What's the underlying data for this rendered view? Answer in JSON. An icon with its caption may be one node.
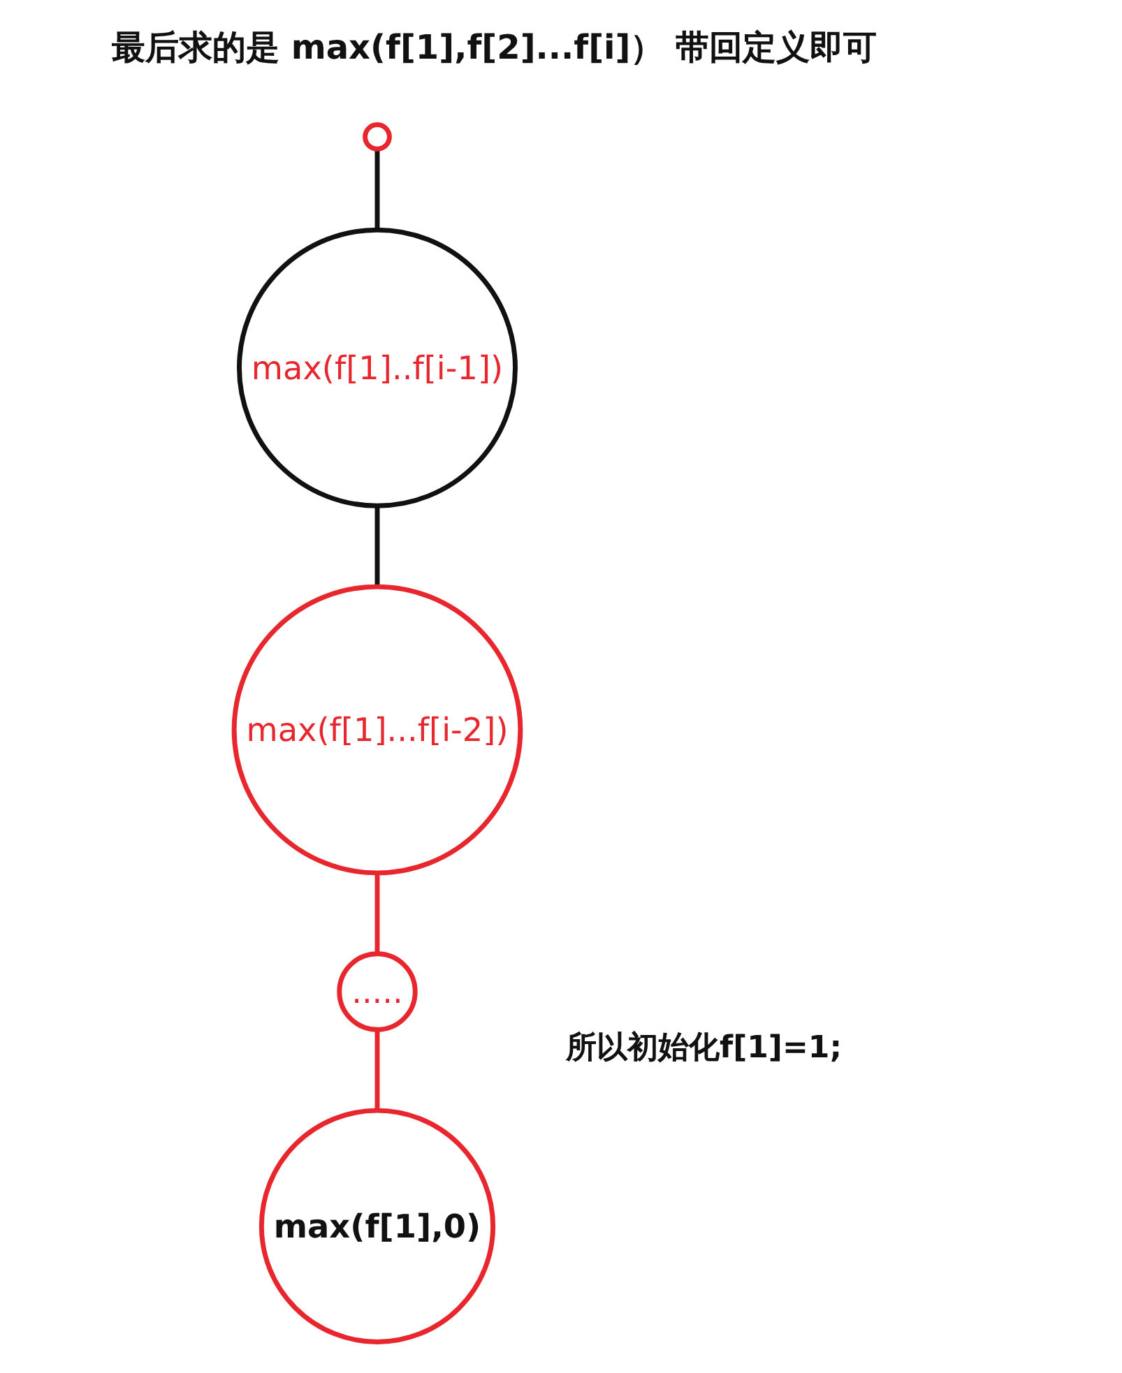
{
  "diagram": {
    "title": "最后求的是 max(f[1],f[2]...f[i]） 带回定义即可",
    "nodes": [
      {
        "text": [],
        "shape": "ellipse"
      },
      {
        "text": [
          "max(f[1]..f[i-1])"
        ]
      },
      {
        "text": [
          "max(f[1]...f[i-2])"
        ]
      },
      {
        "text": [
          "....."
        ]
      },
      {
        "text": [
          "max(f[1],0)"
        ]
      }
    ],
    "edges": [
      {
        "from": 0,
        "to": 1,
        "arrow": "none"
      },
      {
        "from": 1,
        "to": 2,
        "arrow": "none"
      },
      {
        "from": 2,
        "to": 3,
        "arrow": "none",
        "color": "#e8262d"
      },
      {
        "from": 3,
        "to": 4,
        "arrow": "none",
        "color": "#e8262d"
      }
    ],
    "labels": [
      "所以初始化f[1]=1;"
    ]
  }
}
